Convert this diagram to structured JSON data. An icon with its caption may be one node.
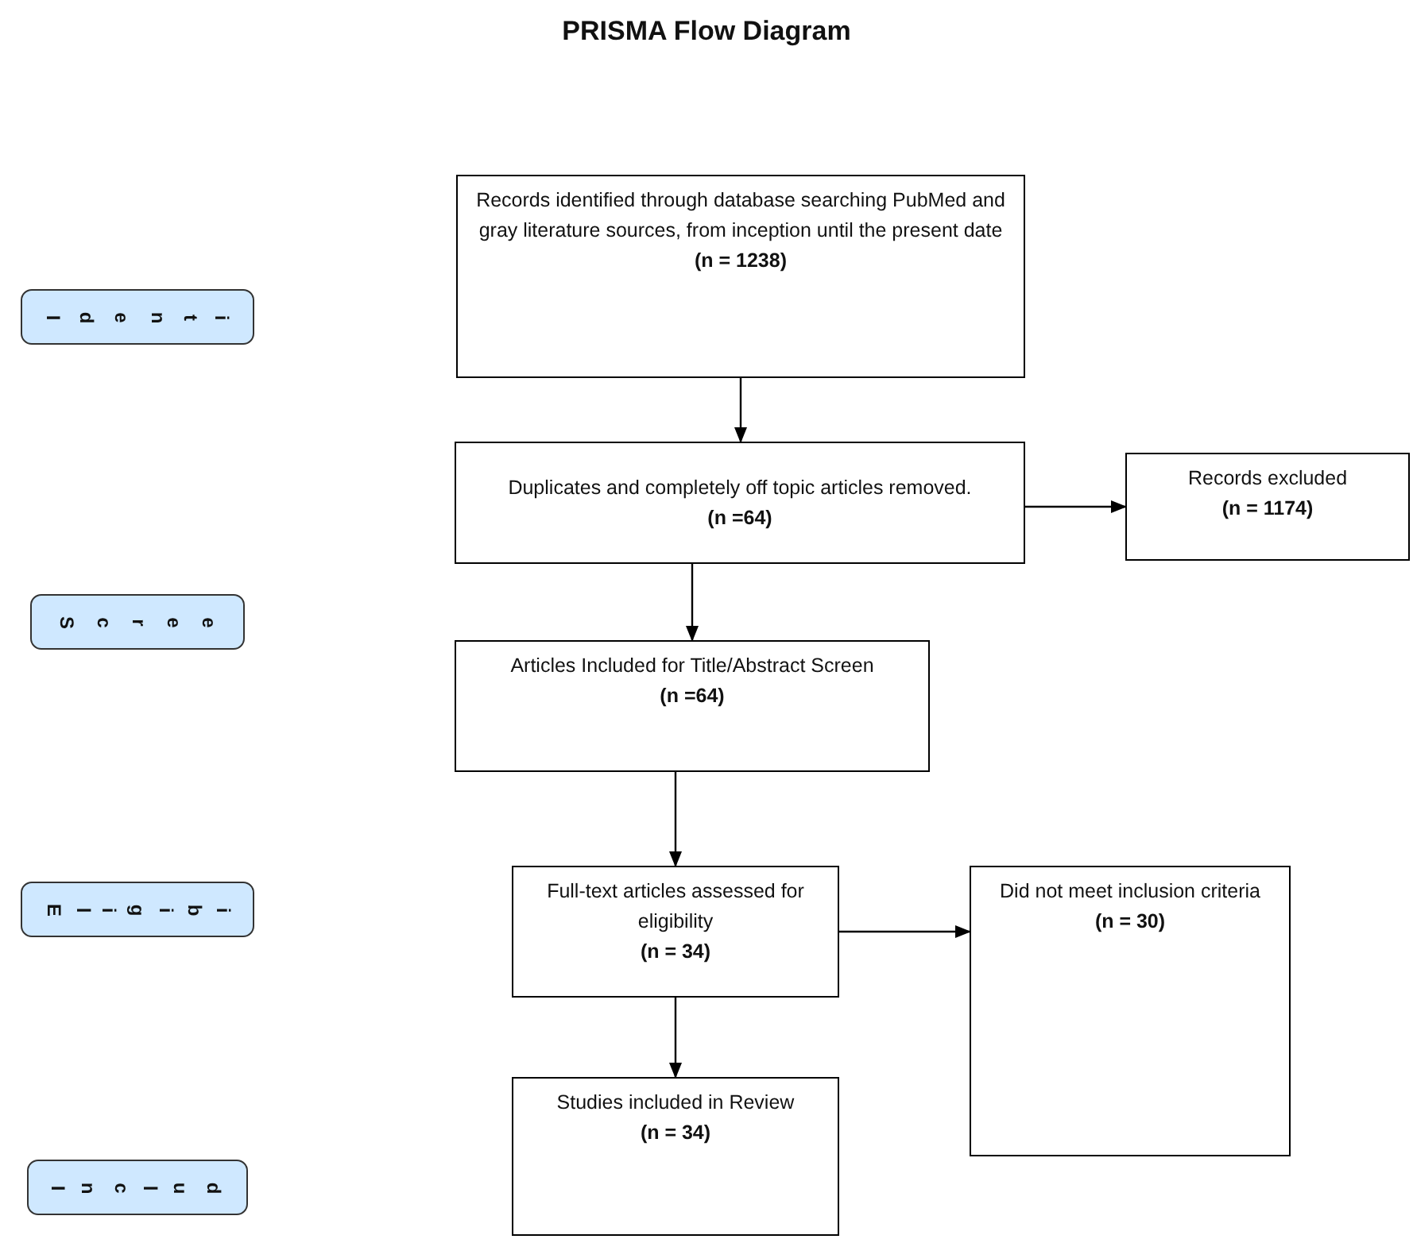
{
  "diagram": {
    "title": "PRISMA Flow Diagram",
    "nodes": [
      {
        "text": [
          "Records identified through database searching PubMed and gray literature sources, from inception until the present date",
          "(n = 1238)"
        ]
      },
      {
        "text": [
          "Duplicates and completely off topic articles removed.",
          "(n =64)"
        ]
      },
      {
        "text": [
          "Records excluded",
          "(n = 1174)"
        ]
      },
      {
        "text": [
          "Articles Included for Title/Abstract Screen",
          "(n =64)"
        ]
      },
      {
        "text": [
          "Full-text articles assessed for eligibility",
          "(n = 34)"
        ]
      },
      {
        "text": [
          "Did not meet inclusion criteria",
          "(n = 30)"
        ]
      },
      {
        "text": [
          "Studies included in Review",
          "(n = 34)"
        ]
      },
      {
        "text": [
          "Identi"
        ]
      },
      {
        "text": [
          "Scree"
        ]
      },
      {
        "text": [
          "Eligibi"
        ]
      },
      {
        "text": [
          "Includ"
        ]
      }
    ],
    "edges": [
      {
        "from": 0,
        "to": 1,
        "arrow": "to"
      },
      {
        "from": 1,
        "to": 2,
        "arrow": "to"
      },
      {
        "from": 1,
        "to": 3,
        "arrow": "to"
      },
      {
        "from": 3,
        "to": 4,
        "arrow": "to"
      },
      {
        "from": 4,
        "to": 5,
        "arrow": "to"
      },
      {
        "from": 4,
        "to": 6,
        "arrow": "to"
      }
    ]
  }
}
